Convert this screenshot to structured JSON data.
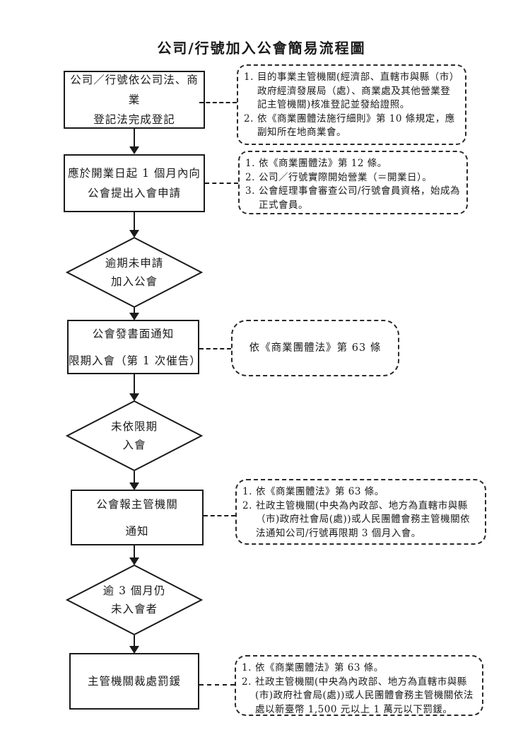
{
  "page": {
    "title": "公司/行號加入公會簡易流程圖"
  },
  "colors": {
    "ink": "#1a1a1a",
    "background": "#ffffff"
  },
  "flow": {
    "box1": {
      "label": "公司／行號依公司法、商業\n登記法完成登記"
    },
    "box2": {
      "label": "應於開業日起 1 個月內向\n公會提出入會申請"
    },
    "diamond1": {
      "label": "逾期未申請\n加入公會"
    },
    "box3": {
      "label": "公會發書面通知\n限期入會（第 1 次催告）"
    },
    "diamond2": {
      "label": "未依限期\n入會"
    },
    "box4": {
      "label": "公會報主管機關\n通知"
    },
    "diamond3": {
      "label": "逾 3 個月仍\n未入會者"
    },
    "box5": {
      "label": "主管機關裁處罰鍰"
    }
  },
  "notes": {
    "note1": {
      "items": [
        {
          "num": "1.",
          "text": "目的事業主管機關(經濟部、直轄市與縣（市）政府經濟發展局（處）、商業處及其他營業登記主管機關)核准登記並發給證照。"
        },
        {
          "num": "2.",
          "text": "依《商業團體法施行細則》第 10 條規定，應副知所在地商業會。"
        }
      ]
    },
    "note2": {
      "items": [
        {
          "num": "1.",
          "text": "依《商業團體法》第 12 條。"
        },
        {
          "num": "2.",
          "text": "公司／行號實際開始營業（＝開業日）。"
        },
        {
          "num": "3.",
          "text": "公會經理事會審查公司/行號會員資格，始成為正式會員。"
        }
      ]
    },
    "note3": {
      "text": "依《商業團體法》第 63 條"
    },
    "note4": {
      "items": [
        {
          "num": "1.",
          "text": "依《商業團體法》第 63 條。"
        },
        {
          "num": "2.",
          "text": "社政主管機關(中央為內政部、地方為直轄市與縣（市)政府社會局(處))或人民團體會務主管機關依法通知公司/行號再限期 3 個月入會。"
        }
      ]
    },
    "note5": {
      "items": [
        {
          "num": "1.",
          "text": "依《商業團體法》第 63 條。"
        },
        {
          "num": "2.",
          "text": "社政主管機關(中央為內政部、地方為直轄市與縣(市)政府社會局(處))或人民團體會務主管機關依法處以新臺幣 1,500 元以上 1 萬元以下罰鍰。"
        }
      ]
    }
  }
}
